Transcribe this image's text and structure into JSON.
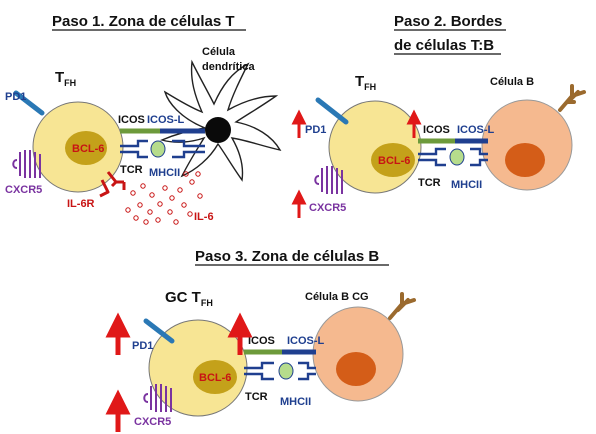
{
  "steps": [
    {
      "title": "Paso 1. Zona de células T",
      "cell_label": "T",
      "cell_subscript": "FH",
      "partner_label_line1": "Célula",
      "partner_label_line2": "dendrítica",
      "labels": {
        "pd1": "PD1",
        "icos": "ICOS",
        "icos_l": "ICOS-L",
        "bcl6": "BCL-6",
        "tcr": "TCR",
        "mhcii": "MHCII",
        "cxcr5": "CXCR5",
        "il6r": "IL-6R",
        "il6": "IL-6"
      }
    },
    {
      "title_line1": "Paso 2. Bordes",
      "title_line2": "de células T:B",
      "cell_label": "T",
      "cell_subscript": "FH",
      "partner_label": "Célula B",
      "labels": {
        "pd1": "PD1",
        "icos": "ICOS",
        "icos_l": "ICOS-L",
        "bcl6": "BCL-6",
        "tcr": "TCR",
        "mhcii": "MHCII",
        "cxcr5": "CXCR5"
      }
    },
    {
      "title": "Paso 3. Zona de células B",
      "cell_label": "GC T",
      "cell_subscript": "FH",
      "partner_label": "Célula B CG",
      "labels": {
        "pd1": "PD1",
        "icos": "ICOS",
        "icos_l": "ICOS-L",
        "bcl6": "BCL-6",
        "tcr": "TCR",
        "mhcii": "MHCII",
        "cxcr5": "CXCR5"
      }
    }
  ],
  "colors": {
    "tfh_cell": "#f7e594",
    "bcl6_nucleus": "#c4a11a",
    "b_cell": "#f5b98f",
    "b_nucleus": "#d45d18",
    "dendritic_cell": "#ffffff",
    "pd1": "#2a78b5",
    "icos": "#6d9a3b",
    "icos_l": "#1f3f8f",
    "tcr_mhc": "#1f3f8f",
    "mhc_knob": "#b6dc8c",
    "cxcr5": "#7a33a0",
    "il6": "#c81414",
    "arrow_up": "#e01818",
    "antibody": "#9b6a2e"
  }
}
